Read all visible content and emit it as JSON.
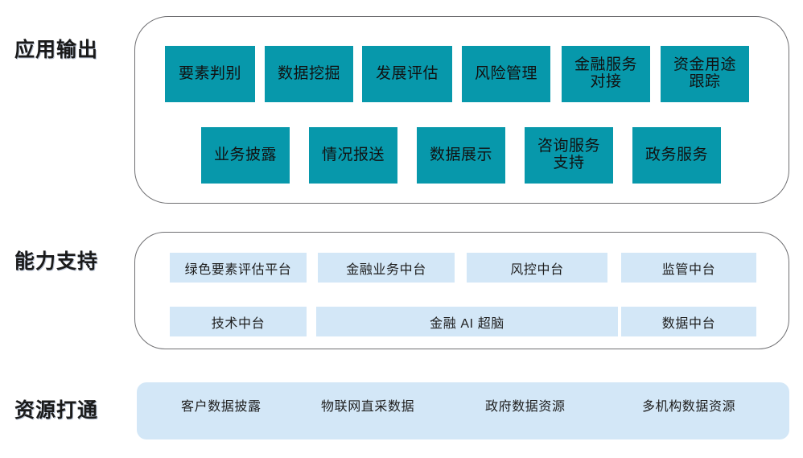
{
  "diagram": {
    "title_rows": [
      {
        "id": "app",
        "label": "应用输出"
      },
      {
        "id": "cap",
        "label": "能力支持"
      },
      {
        "id": "res",
        "label": "资源打通"
      }
    ],
    "colors": {
      "teal_tile": "#0798ab",
      "light_blue_tile": "#d3e7f7",
      "outline": "#6f6f72",
      "text_dark": "#111111",
      "background": "#ffffff"
    }
  },
  "application_output": {
    "row1": [
      {
        "label": "要素判别"
      },
      {
        "label": "数据挖掘"
      },
      {
        "label": "发展评估"
      },
      {
        "label": "风险管理"
      },
      {
        "label": "金融服务\n对接"
      },
      {
        "label": "资金用途\n跟踪"
      }
    ],
    "row2": [
      {
        "label": "业务披露"
      },
      {
        "label": "情况报送"
      },
      {
        "label": "数据展示"
      },
      {
        "label": "咨询服务\n支持"
      },
      {
        "label": "政务服务"
      }
    ]
  },
  "capability_support": {
    "row1": [
      {
        "label": "绿色要素评估平台"
      },
      {
        "label": "金融业务中台"
      },
      {
        "label": "风控中台"
      },
      {
        "label": "监管中台"
      }
    ],
    "row2": [
      {
        "label": "技术中台"
      },
      {
        "label": "金融 AI 超脑"
      },
      {
        "label": "数据中台"
      }
    ]
  },
  "resource_integration": {
    "items": [
      {
        "label": "客户数据披露"
      },
      {
        "label": "物联网直采数据"
      },
      {
        "label": "政府数据资源"
      },
      {
        "label": "多机构数据资源"
      }
    ]
  }
}
